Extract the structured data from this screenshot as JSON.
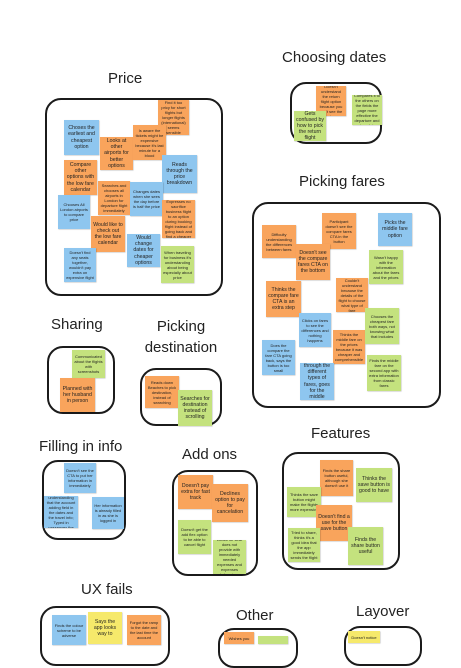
{
  "colors": {
    "orange": "#f9a45c",
    "blue": "#8ec6ef",
    "green": "#c4e27e",
    "yellow": "#f6e96b"
  },
  "clusters": {
    "price": {
      "title": "Price",
      "notes": [
        "Find it too pricy for short flights but longer flights (international) seems sensible",
        "Choses the earliest and cheapest option",
        "Looks at other airports for better options",
        "Is aware the tickets might be expensive because it's last minute for a blood",
        "Reads through the price breakdown",
        "Compare other options with the low fare calendar",
        "Searches and chooses all airports in London for departure flight immediately",
        "Changes dates when she sees the day before is half the price",
        "Expresses no sacrifice business flight to an option during booking flight instead of going back and find a cheaper",
        "Chooses All London airports to compare price",
        "Would like to check out the low fare calendar",
        "Would change dates for cheaper options",
        "Doesn't find any seats together, wouldn't pay extra on expensive flight",
        "When traveling for business it's understanding about being especially about price"
      ]
    },
    "choosing_dates": {
      "title": "Choosing dates",
      "notes": [
        "Doesn't understand the return flight option because you can't see the price",
        "Compares it to the others on the fields the page more effective the departure and return dates",
        "Gets confused by how to pick the return flight"
      ]
    },
    "picking_fares": {
      "title": "Picking fares",
      "notes": [
        "Participant doesn't see the compare fares CTA in the button",
        "Picks the middle fare option",
        "Difficulty understanding the differences between fares",
        "Doesn't see the compare fares CTA on the bottom",
        "Wasn't happy with the information about the fares and the prices",
        "Thinks the compare fare CTA is an extra step",
        "Couldn't understand because the details of the flight to choose what type of fare",
        "Clicks on fares to see the differences and nothing happens",
        "Thinks the middle fare on the prices because it was cheaper and comprehensible",
        "Chooses the cheapest fare both ways, not knowing what that includes",
        "Does the compare the fare CTA going back, says the button is too small",
        "Reads through the different types of fares, goes for the middle option",
        "Finds the middle fare on the second app with extra information from classic fares"
      ]
    },
    "sharing": {
      "title": "Sharing",
      "notes": [
        "Communicated about the flights with screenshots",
        "Planned with her husband in person"
      ]
    },
    "picking_destination": {
      "title": "Picking destination",
      "notes": [
        "Reads down Beaches to pick destination, instead of searching",
        "Searches for destination instead of scrolling"
      ]
    },
    "filling_in_info": {
      "title": "Filling in info",
      "notes": [
        "Doesn't see the CTA to put her information in immediately",
        "Not quite understanding that the account adding field in the dates and the travel info; Typed in passenger the previous flights",
        "Her information is already filled in as she is logged in"
      ]
    },
    "add_ons": {
      "title": "Add ons",
      "notes": [
        "Doesn't pay extra for fast track",
        "Declines option to pay for cancelation",
        "Doesn't get the add flex option to be able to cancel flight",
        "Looks for seat does not provide with immediately needed expenses and expenses belongings"
      ]
    },
    "features": {
      "title": "Features",
      "notes": [
        "Finds the share button useful, although she doesn't use it",
        "Thinks the save button is good to have",
        "Thinks the save button might make the flights more expensive",
        "Doesn't find a use for the save button",
        "Tried to share, thinks it's a good idea that the app immediately sends the flight",
        "Finds the share button useful"
      ]
    },
    "ux_fails": {
      "title": "UX fails",
      "notes": [
        "Finds the colour scheme to be adverse",
        "Says the app looks way to",
        "Forgot the ramp to the date and the last time the account"
      ]
    },
    "other": {
      "title": "Other",
      "notes": [
        "Wishes you"
      ]
    },
    "layover": {
      "title": "Layover",
      "notes": [
        "Doesn't notice"
      ]
    }
  }
}
